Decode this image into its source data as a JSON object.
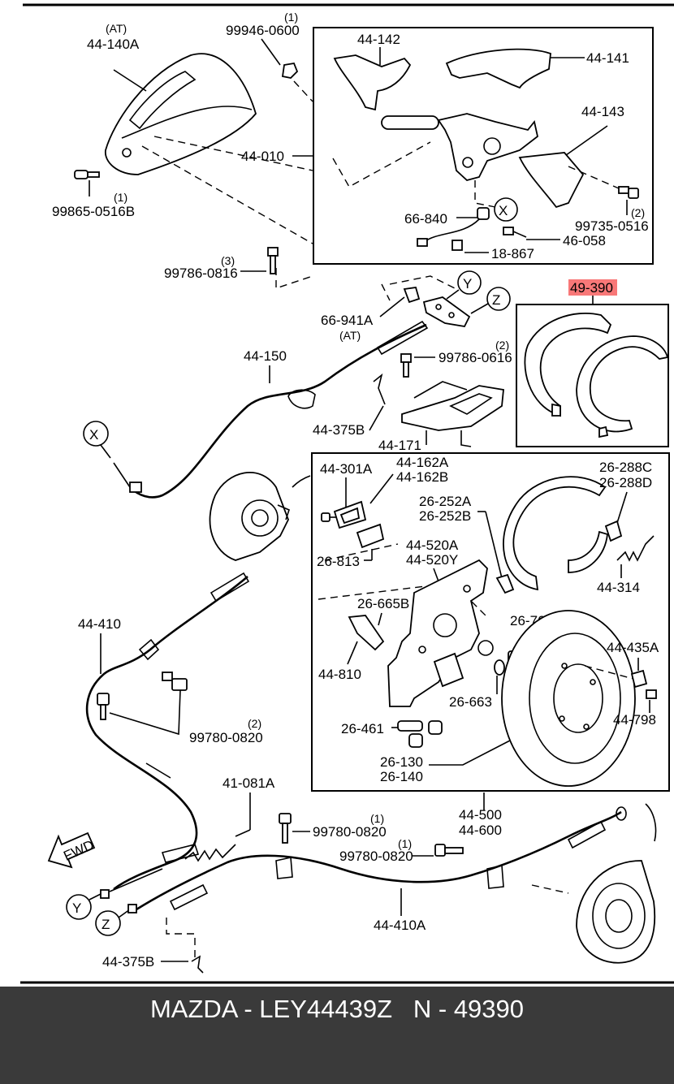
{
  "footer": {
    "caption": "MAZDA - LEY44439Z   N - 49390"
  },
  "highlight_color": "#f87878",
  "callouts": {
    "x": "X",
    "y": "Y",
    "z": "Z",
    "fwd": "FWD",
    "at_1": "(AT)",
    "at_2": "(AT)",
    "q1_a": "(1)",
    "q1_b": "(1)",
    "q1_c": "(1)",
    "q1_d": "(1)",
    "q2_a": "(2)",
    "q2_b": "(2)",
    "q2_c": "(2)",
    "q3_a": "(3)"
  },
  "parts": {
    "p44_140a": "44-140A",
    "p99946_0600": "99946-0600",
    "p99865_0516b": "99865-0516B",
    "p44_142": "44-142",
    "p44_141": "44-141",
    "p44_143": "44-143",
    "p44_010": "44-010",
    "p66_840": "66-840",
    "p46_058": "46-058",
    "p18_867": "18-867",
    "p99735_0516": "99735-0516",
    "p99786_0816": "99786-0816",
    "p66_941a": "66-941A",
    "p49_390": "49-390",
    "p44_150": "44-150",
    "p99786_0616": "99786-0616",
    "p44_375b_a": "44-375B",
    "p44_171": "44-171",
    "p44_301a": "44-301A",
    "p44_162a": "44-162A",
    "p44_162b": "44-162B",
    "p26_252a": "26-252A",
    "p26_252b": "26-252B",
    "p26_288c": "26-288C",
    "p26_288d": "26-288D",
    "p26_813": "26-813",
    "p44_520a": "44-520A",
    "p44_520y": "44-520Y",
    "p44_314": "44-314",
    "p26_665b": "26-665B",
    "p26_762": "26-762",
    "p44_435a": "44-435A",
    "p44_810": "44-810",
    "p26_663": "26-663",
    "p44_798": "44-798",
    "p26_461": "26-461",
    "p26_130": "26-130",
    "p26_140": "26-140",
    "p44_410": "44-410",
    "p99780_0820_a": "99780-0820",
    "p44_500": "44-500",
    "p44_600": "44-600",
    "p41_081a": "41-081A",
    "p99780_0820_b": "99780-0820",
    "p99780_0820_c": "99780-0820",
    "p44_410a": "44-410A",
    "p44_375b_b": "44-375B"
  }
}
